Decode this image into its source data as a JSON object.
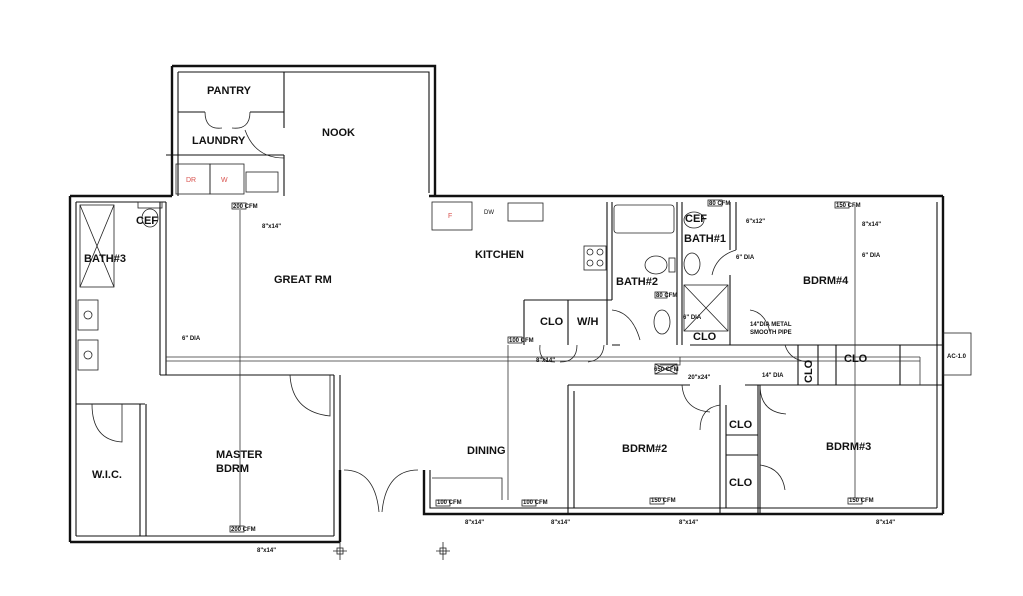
{
  "rooms": {
    "pantry": "PANTRY",
    "laundry": "LAUNDRY",
    "nook": "NOOK",
    "bath3": "BATH#3",
    "great_rm": "GREAT RM",
    "kitchen": "KITCHEN",
    "bath1": "BATH#1",
    "bath2": "BATH#2",
    "bdrm4": "BDRM#4",
    "clo_kitchen": "CLO",
    "wh": "W/H",
    "clo_hall": "CLO",
    "clo_hall_right": "CLO",
    "clo_vertical": "CLO",
    "master_line1": "MASTER",
    "master_line2": "BDRM",
    "wic": "W.I.C.",
    "dining": "DINING",
    "bdrm2": "BDRM#2",
    "clo_bdrm2_upper": "CLO",
    "clo_bdrm2_lower": "CLO",
    "bdrm3": "BDRM#3"
  },
  "appliances": {
    "dryer": "DR",
    "washer": "W",
    "fridge": "F",
    "dishwasher": "DW",
    "fan_bath3": "CEF",
    "fan_bath1": "CEF"
  },
  "hvac_labels": {
    "great_rm_cfm": "200 CFM",
    "great_rm_size": "8\"x14\"",
    "bath1_cfm": "80 CFM",
    "bath1_size": "6\"x12\"",
    "bath1_dia": "6\" DIA",
    "bdrm4_cfm": "150 CFM",
    "bdrm4_size": "8\"x14\"",
    "bdrm4_dia": "6\" DIA",
    "bath2_cfm": "80 CFM",
    "bath2_dia": "6\" DIA",
    "bath3_dia": "6\" DIA",
    "trunk_line1": "14\"DIA METAL",
    "trunk_line2": "SMOOTH PIPE",
    "hall_cfm": "100 CFM",
    "hall_size": "8\"x14\"",
    "return_cfm": "650 CFM",
    "return_size": "20\"x24\"",
    "trunk_dia": "14\" DIA",
    "ac_unit": "AC-1.0",
    "master_cfm": "200 CFM",
    "master_size": "8\"x14\"",
    "dining1_cfm": "100 CFM",
    "dining1_size": "8\"x14\"",
    "dining2_cfm": "100 CFM",
    "dining2_size": "8\"x14\"",
    "bdrm2_cfm": "150 CFM",
    "bdrm2_size": "8\"x14\"",
    "bdrm3_cfm": "150 CFM",
    "bdrm3_size": "8\"x14\""
  }
}
